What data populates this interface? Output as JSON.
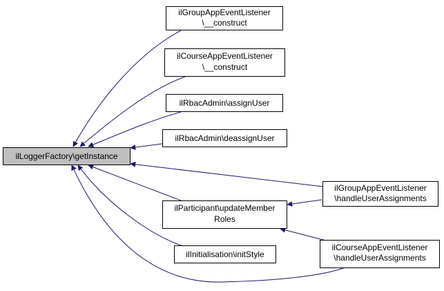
{
  "diagram": {
    "colors": {
      "edge": "#191970",
      "root_fill": "#bfbfbf",
      "node_fill": "#ffffff",
      "border": "#000000"
    },
    "nodes": {
      "root": {
        "lines": [
          "ilLoggerFactory\\getInstance"
        ]
      },
      "group_construct": {
        "lines": [
          "ilGroupAppEventListener",
          "\\__construct"
        ]
      },
      "course_construct": {
        "lines": [
          "ilCourseAppEventListener",
          "\\__construct"
        ]
      },
      "rbac_assign": {
        "lines": [
          "ilRbacAdmin\\assignUser"
        ]
      },
      "rbac_deassign": {
        "lines": [
          "ilRbacAdmin\\deassignUser"
        ]
      },
      "participant_update": {
        "lines": [
          "ilParticipant\\updateMember",
          "Roles"
        ]
      },
      "init_style": {
        "lines": [
          "ilInitialisation\\initStyle"
        ]
      },
      "group_handle": {
        "lines": [
          "ilGroupAppEventListener",
          "\\handleUserAssignments"
        ]
      },
      "course_handle": {
        "lines": [
          "ilCourseAppEventListener",
          "\\handleUserAssignments"
        ]
      }
    }
  }
}
